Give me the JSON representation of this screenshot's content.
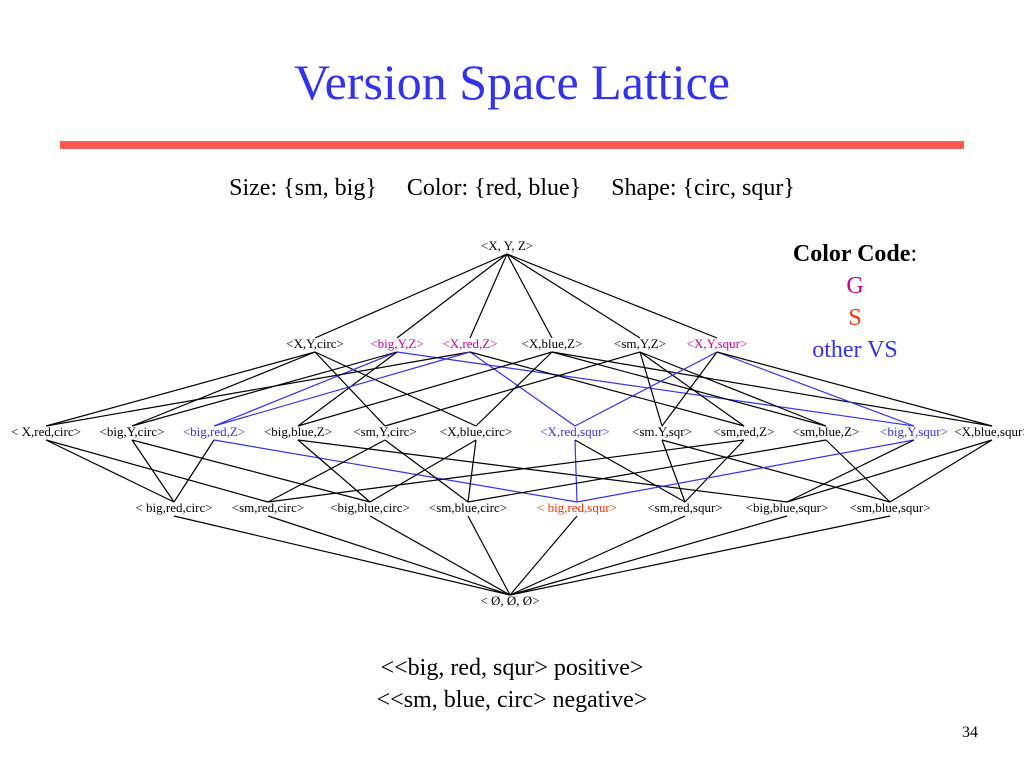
{
  "slide": {
    "title": "Version Space Lattice",
    "domains": {
      "size": "Size: {sm, big}",
      "color": "Color: {red, blue}",
      "shape": "Shape: {circ, squr}"
    },
    "legend": {
      "heading": "Color Code",
      "heading_suffix": ":",
      "items": [
        {
          "label": "G",
          "color": "#cc0099"
        },
        {
          "label": "S",
          "color": "#ff3300"
        },
        {
          "label": "other VS",
          "color": "#3333ee"
        }
      ]
    },
    "examples": {
      "positive": "<<big, red, squr> positive>",
      "negative": "<<sm, blue, circ> negative>"
    },
    "page_number": "34"
  },
  "colors": {
    "g": "#cc0099",
    "s": "#ff3300",
    "vs": "#3333ee",
    "normal": "#000000",
    "edge": "#000000",
    "vs_edge": "#3333ee"
  },
  "lattice": {
    "top": {
      "id": "XYZ",
      "label": "<X, Y, Z>",
      "class": "normal"
    },
    "level1": [
      {
        "id": "XYc",
        "label": "<X,Y,circ>",
        "class": "normal"
      },
      {
        "id": "bYZ",
        "label": "<big,Y,Z>",
        "class": "g"
      },
      {
        "id": "XrZ",
        "label": "<X,red,Z>",
        "class": "g"
      },
      {
        "id": "XbZ",
        "label": "<X,blue,Z>",
        "class": "normal"
      },
      {
        "id": "sYZ",
        "label": "<sm,Y,Z>",
        "class": "normal"
      },
      {
        "id": "XYs",
        "label": "<X,Y,squr>",
        "class": "g"
      }
    ],
    "level2": [
      {
        "id": "Xrc",
        "label": "< X,red,circ>",
        "class": "normal"
      },
      {
        "id": "bYc",
        "label": "<big,Y,circ>",
        "class": "normal"
      },
      {
        "id": "brZ",
        "label": "<big,red,Z>",
        "class": "vs"
      },
      {
        "id": "bbZ",
        "label": "<big,blue,Z>",
        "class": "normal"
      },
      {
        "id": "sYc",
        "label": "<sm,Y,circ>",
        "class": "normal"
      },
      {
        "id": "Xbc",
        "label": "<X,blue,circ>",
        "class": "normal"
      },
      {
        "id": "Xrs",
        "label": "<X,red,squr>",
        "class": "vs"
      },
      {
        "id": "sYs",
        "label": "<sm.Y,sqr>",
        "class": "normal"
      },
      {
        "id": "srZ",
        "label": "<sm,red,Z>",
        "class": "normal"
      },
      {
        "id": "sbZ",
        "label": "<sm,blue,Z>",
        "class": "normal"
      },
      {
        "id": "bYs",
        "label": "<big,Y,squr>",
        "class": "vs"
      },
      {
        "id": "Xbs",
        "label": "<X,blue,squr>",
        "class": "normal"
      }
    ],
    "level3": [
      {
        "id": "brc",
        "label": "< big,red,circ>",
        "class": "normal"
      },
      {
        "id": "src",
        "label": "<sm,red,circ>",
        "class": "normal"
      },
      {
        "id": "bbc",
        "label": "<big,blue,circ>",
        "class": "normal"
      },
      {
        "id": "sbc",
        "label": "<sm,blue,circ>",
        "class": "normal"
      },
      {
        "id": "brs",
        "label": "< big,red,squr>",
        "class": "s"
      },
      {
        "id": "srs",
        "label": "<sm,red,squr>",
        "class": "normal"
      },
      {
        "id": "bbs",
        "label": "<big,blue,squr>",
        "class": "normal"
      },
      {
        "id": "sbs",
        "label": "<sm,blue,squr>",
        "class": "normal"
      }
    ],
    "bottom": {
      "id": "empty",
      "label": "< Ø, Ø, Ø>",
      "class": "normal"
    }
  }
}
